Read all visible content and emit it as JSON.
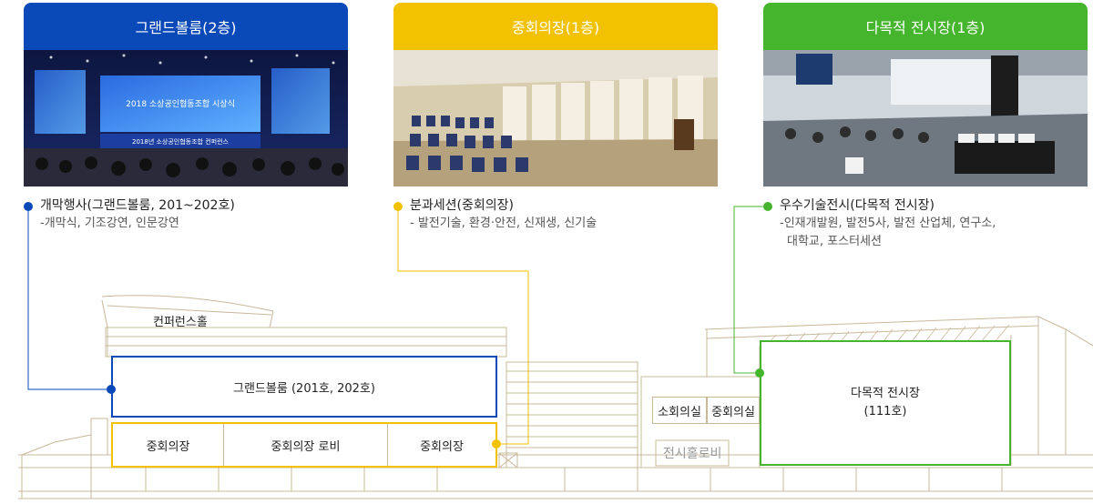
{
  "colors": {
    "blue": "#0a49b8",
    "yellow": "#f2c200",
    "green": "#45b52d",
    "line": "#c9b89a"
  },
  "cards": [
    {
      "header": "그랜드볼룸(2층)",
      "photo_screen_text": "2018 소상공인협동조합 시상식",
      "photo_banner_text": "2018년 소상공인협동조합 컨퍼런스"
    },
    {
      "header": "중회의장(1층)"
    },
    {
      "header": "다목적 전시장(1층)"
    }
  ],
  "descriptions": [
    {
      "title": "개막행사(그랜드볼룸, 201~202호)",
      "sub": "-개막식, 기조강연, 인문강연"
    },
    {
      "title": "분과세션(중회의장)",
      "sub": "- 발전기술, 환경·안전, 신재생, 신기술"
    },
    {
      "title": "우수기술전시(다목적 전시장)",
      "sub": "-인재개발원, 발전5사, 발전 산업체, 연구소,",
      "sub2": "대학교, 포스터세션"
    }
  ],
  "building": {
    "conference_hall": "컨퍼런스홀",
    "grand_ballroom": "그랜드볼룸 (201호, 202호)",
    "mid_room_left": "중회의장",
    "mid_room_lobby": "중회의장 로비",
    "mid_room_right": "중회의장",
    "small_room": "소회의실",
    "mid_room_small": "중회의실",
    "exhibition_lobby": "전시홀로비",
    "exhibition_hall": "다목적 전시장",
    "exhibition_room_no": "(111호)"
  }
}
